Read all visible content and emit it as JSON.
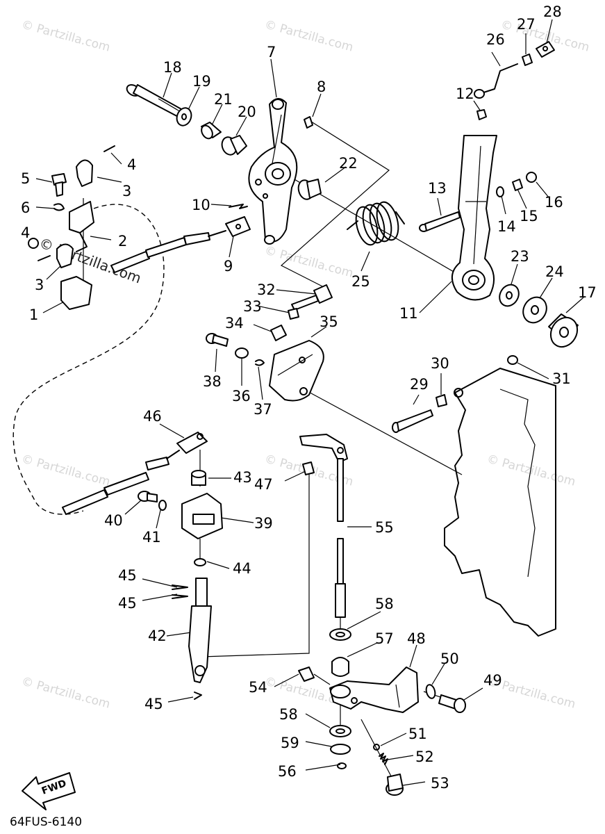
{
  "watermark": "© Partzilla.com",
  "diagram_code": "64FUS-6140",
  "fwd_label": "FWD",
  "callouts": {
    "c1": "1",
    "c2": "2",
    "c3a": "3",
    "c3b": "3",
    "c4a": "4",
    "c4b": "4",
    "c5": "5",
    "c6": "6",
    "c7": "7",
    "c8": "8",
    "c9": "9",
    "c10": "10",
    "c11": "11",
    "c12": "12",
    "c13": "13",
    "c14": "14",
    "c15": "15",
    "c16": "16",
    "c17": "17",
    "c18": "18",
    "c19": "19",
    "c20": "20",
    "c21": "21",
    "c22": "22",
    "c23": "23",
    "c24": "24",
    "c25": "25",
    "c26": "26",
    "c27": "27",
    "c28": "28",
    "c29": "29",
    "c30": "30",
    "c31": "31",
    "c32": "32",
    "c33": "33",
    "c34": "34",
    "c35": "35",
    "c36": "36",
    "c37": "37",
    "c38": "38",
    "c39": "39",
    "c40": "40",
    "c41": "41",
    "c42": "42",
    "c43": "43",
    "c44": "44",
    "c45a": "45",
    "c45b": "45",
    "c45c": "45",
    "c46": "46",
    "c47": "47",
    "c48": "48",
    "c49": "49",
    "c50": "50",
    "c51": "51",
    "c52": "52",
    "c53": "53",
    "c54": "54",
    "c55": "55",
    "c56": "56",
    "c57": "57",
    "c58a": "58",
    "c58b": "58",
    "c59": "59"
  }
}
